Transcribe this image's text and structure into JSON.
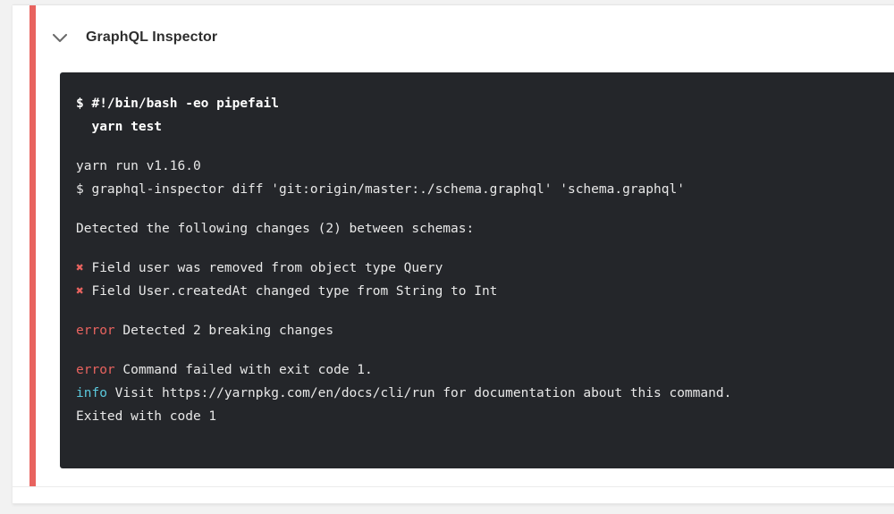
{
  "job": {
    "title": "GraphQL Inspector",
    "toggle_icon": "chevron-down-icon",
    "status_color": "#e8635f"
  },
  "colors": {
    "terminal_background": "#24262a",
    "terminal_text": "#e8e8e8",
    "error": "#e8635f",
    "info": "#5bc8dc",
    "accent_bar": "#e8635f",
    "card_background": "#ffffff",
    "page_background": "#f2f2f2",
    "title_text": "#2e2e2e"
  },
  "terminal": {
    "lines": [
      {
        "id": "l1",
        "type": "command",
        "bold": true,
        "text": "$ #!/bin/bash -eo pipefail"
      },
      {
        "id": "l2",
        "type": "command",
        "bold": true,
        "text": "  yarn test"
      },
      {
        "id": "l3",
        "type": "blank",
        "text": ""
      },
      {
        "id": "l4",
        "type": "output",
        "text": "yarn run v1.16.0"
      },
      {
        "id": "l5",
        "type": "output",
        "text": "$ graphql-inspector diff 'git:origin/master:./schema.graphql' 'schema.graphql'"
      },
      {
        "id": "l6",
        "type": "blank",
        "text": ""
      },
      {
        "id": "l7",
        "type": "output",
        "text": "Detected the following changes (2) between schemas:"
      },
      {
        "id": "l8",
        "type": "blank",
        "text": ""
      },
      {
        "id": "l9",
        "type": "change",
        "marker": "✖",
        "text": " Field user was removed from object type Query"
      },
      {
        "id": "l10",
        "type": "change",
        "marker": "✖",
        "text": " Field User.createdAt changed type from String to Int"
      },
      {
        "id": "l11",
        "type": "blank",
        "text": ""
      },
      {
        "id": "l12",
        "type": "error",
        "label": "error",
        "text": " Detected 2 breaking changes"
      },
      {
        "id": "l13",
        "type": "blank",
        "text": ""
      },
      {
        "id": "l14",
        "type": "error",
        "label": "error",
        "text": " Command failed with exit code 1."
      },
      {
        "id": "l15",
        "type": "info",
        "label": "info",
        "text": " Visit https://yarnpkg.com/en/docs/cli/run for documentation about this command."
      },
      {
        "id": "l16",
        "type": "output",
        "text": "Exited with code 1"
      }
    ]
  }
}
